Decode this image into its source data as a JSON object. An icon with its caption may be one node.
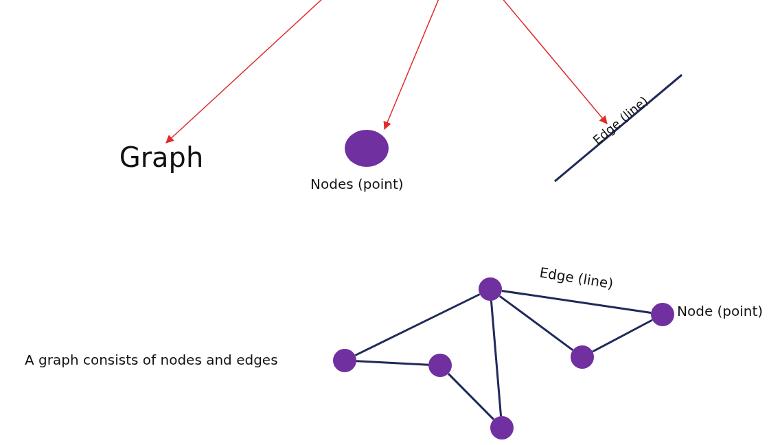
{
  "diagram": {
    "nodes": [
      {
        "text": [
          "Graph"
        ]
      },
      {
        "text": [],
        "shape": "circle",
        "beside": [
          "Nodes (point)"
        ]
      },
      {
        "text": [
          "Edge (line)"
        ]
      },
      {
        "text": [],
        "shape": "circle"
      },
      {
        "text": [],
        "shape": "circle",
        "beside": [
          "Node (point)"
        ]
      },
      {
        "text": [],
        "shape": "circle"
      },
      {
        "text": [],
        "shape": "circle"
      },
      {
        "text": [],
        "shape": "circle"
      },
      {
        "text": [],
        "shape": "circle"
      }
    ],
    "edges": [
      {
        "from": null,
        "to": 0,
        "arrow": "to",
        "color": "#e02b2b"
      },
      {
        "from": null,
        "to": 1,
        "arrow": "to",
        "color": "#e02b2b"
      },
      {
        "from": null,
        "to": 2,
        "arrow": "to",
        "color": "#e02b2b"
      },
      {
        "from": 3,
        "to": 4,
        "arrow": "none",
        "label": "Edge (line)"
      },
      {
        "from": 5,
        "to": 3,
        "arrow": "none"
      },
      {
        "from": 3,
        "to": 6,
        "arrow": "none"
      },
      {
        "from": 3,
        "to": 8,
        "arrow": "none"
      },
      {
        "from": 6,
        "to": 4,
        "arrow": "none"
      },
      {
        "from": 5,
        "to": 7,
        "arrow": "none"
      },
      {
        "from": 7,
        "to": 8,
        "arrow": "none"
      }
    ],
    "labels": [
      "A graph consists of nodes and edges"
    ]
  }
}
